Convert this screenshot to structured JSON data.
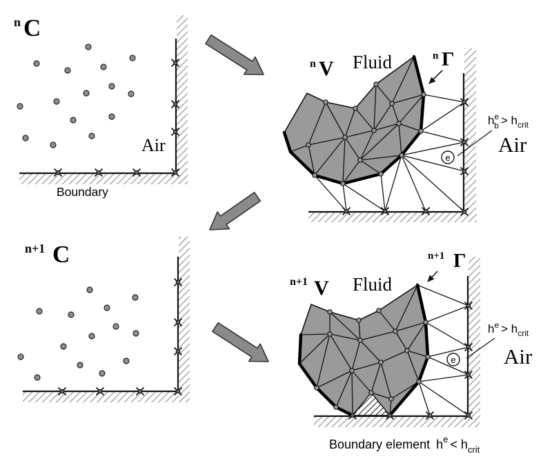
{
  "colors": {
    "mesh_fill": "#9a9a9a",
    "node_fill": "#9a9a9a",
    "dot_fill": "#8f8f8f",
    "arrow_fill": "#8a8a8a",
    "wall_hatch": "#a9a9a9",
    "element_hatch": "#111111",
    "ink": "#000000",
    "background": "#ffffff"
  },
  "top_left": {
    "title_sup": "n",
    "title_main": "C",
    "air_label": "Air",
    "boundary_label": "Boundary"
  },
  "top_right": {
    "title_sup": "n",
    "title_main": "V",
    "fluid_label": "Fluid",
    "gamma_sup": "n",
    "gamma_main": "Γ",
    "cond_base": "h",
    "cond_sup": "e",
    "cond_sub": "b",
    "cond_mid": "> h",
    "cond_crit": "crit",
    "air_label": "Air",
    "element_label": "e"
  },
  "bottom_left": {
    "title_sup": "n+1",
    "title_main": "C"
  },
  "bottom_right": {
    "title_sup": "n+1",
    "title_main": "V",
    "fluid_label": "Fluid",
    "gamma_sup": "n+1",
    "gamma_main": "Γ",
    "cond_base": "h",
    "cond_sup": "e",
    "cond_mid": "> h",
    "cond_crit": "crit",
    "air_label": "Air",
    "element_label": "e",
    "caption_text": "Boundary element",
    "caption_base": "h",
    "caption_sup": "e",
    "caption_mid": "< h",
    "caption_crit": "crit"
  }
}
